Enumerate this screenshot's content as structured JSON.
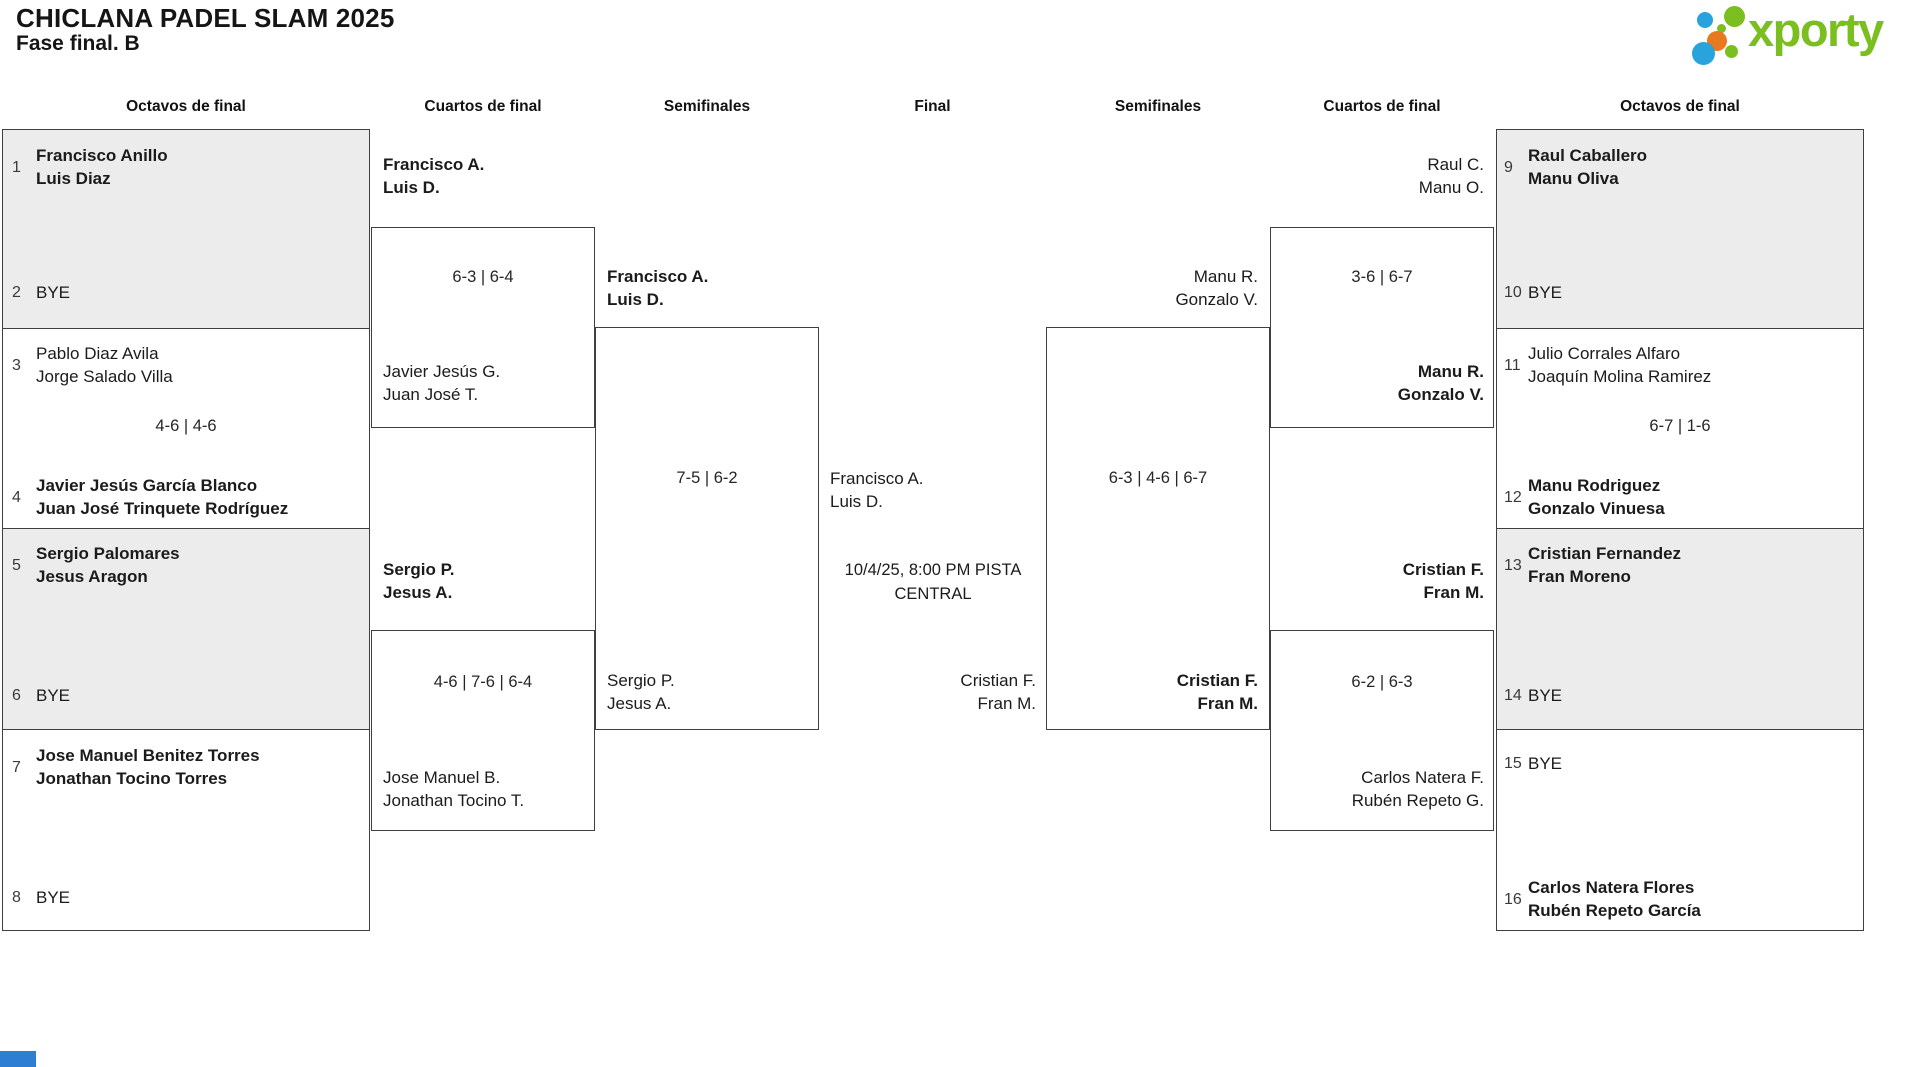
{
  "header": {
    "title": "CHICLANA PADEL SLAM 2025",
    "subtitle": "Fase final. B",
    "logo_text": "xporty"
  },
  "colors": {
    "logo_green": "#7abe20",
    "logo_blue": "#29a3dc",
    "logo_orange": "#e8791e",
    "box_gray": "#ececec",
    "border": "#3f3f3f",
    "scrollbar_blue": "#2e7ed3"
  },
  "round_headers": [
    "Octavos de final",
    "Cuartos de final",
    "Semifinales",
    "Final",
    "Semifinales",
    "Cuartos de final",
    "Octavos de final"
  ],
  "r16_left": [
    {
      "top": {
        "seed": "1",
        "lines": [
          "Francisco Anillo",
          "Luis Diaz"
        ]
      },
      "bottom": {
        "seed": "2",
        "lines": [
          "BYE"
        ]
      }
    },
    {
      "top": {
        "seed": "3",
        "lines": [
          "Pablo Diaz Avila",
          "Jorge Salado Villa"
        ]
      },
      "score": "4-6 | 4-6",
      "bottom": {
        "seed": "4",
        "lines": [
          "Javier Jesús García Blanco",
          "Juan José Trinquete Rodríguez"
        ]
      }
    },
    {
      "top": {
        "seed": "5",
        "lines": [
          "Sergio Palomares",
          "Jesus Aragon"
        ]
      },
      "bottom": {
        "seed": "6",
        "lines": [
          "BYE"
        ]
      }
    },
    {
      "top": {
        "seed": "7",
        "lines": [
          "Jose Manuel Benitez Torres",
          "Jonathan Tocino Torres"
        ]
      },
      "bottom": {
        "seed": "8",
        "lines": [
          "BYE"
        ]
      }
    }
  ],
  "r16_right": [
    {
      "top": {
        "seed": "9",
        "lines": [
          "Raul Caballero",
          "Manu Oliva"
        ]
      },
      "bottom": {
        "seed": "10",
        "lines": [
          "BYE"
        ]
      }
    },
    {
      "top": {
        "seed": "11",
        "lines": [
          "Julio Corrales Alfaro",
          "Joaquín Molina Ramirez"
        ]
      },
      "score": "6-7 | 1-6",
      "bottom": {
        "seed": "12",
        "lines": [
          "Manu Rodriguez",
          "Gonzalo Vinuesa"
        ]
      }
    },
    {
      "top": {
        "seed": "13",
        "lines": [
          "Cristian Fernandez",
          "Fran Moreno"
        ]
      },
      "bottom": {
        "seed": "14",
        "lines": [
          "BYE"
        ]
      }
    },
    {
      "top": {
        "seed": "15",
        "lines": [
          "BYE"
        ]
      },
      "bottom": {
        "seed": "16",
        "lines": [
          "Carlos Natera Flores",
          "Rubén Repeto García"
        ]
      }
    }
  ],
  "qf": {
    "left_top": {
      "feed1": {
        "lines": [
          "Francisco A.",
          "Luis D."
        ]
      },
      "score": "6-3 | 6-4",
      "feed2": {
        "lines": [
          "Javier Jesús G.",
          "Juan José T."
        ]
      }
    },
    "left_bottom": {
      "feed1": {
        "lines": [
          "Sergio P.",
          "Jesus A."
        ]
      },
      "score": "4-6 | 7-6 | 6-4",
      "feed2": {
        "lines": [
          "Jose Manuel B.",
          "Jonathan Tocino T."
        ]
      }
    },
    "right_top": {
      "feed1": {
        "lines": [
          "Raul C.",
          "Manu O."
        ]
      },
      "score": "3-6 | 6-7",
      "feed2": {
        "lines": [
          "Manu R.",
          "Gonzalo V."
        ]
      }
    },
    "right_bottom": {
      "feed1": {
        "lines": [
          "Cristian F.",
          "Fran M."
        ]
      },
      "score": "6-2 | 6-3",
      "feed2": {
        "lines": [
          "Carlos Natera F.",
          "Rubén Repeto G."
        ]
      }
    }
  },
  "sf": {
    "left": {
      "feed1": {
        "lines": [
          "Francisco A.",
          "Luis D."
        ]
      },
      "score": "7-5 | 6-2",
      "feed2": {
        "lines": [
          "Sergio P.",
          "Jesus A."
        ]
      }
    },
    "right": {
      "feed1": {
        "lines": [
          "Manu R.",
          "Gonzalo V."
        ]
      },
      "score": "6-3 | 4-6 | 6-7",
      "feed2": {
        "lines": [
          "Cristian F.",
          "Fran M."
        ]
      }
    }
  },
  "final": {
    "team_left": {
      "lines": [
        "Francisco A.",
        "Luis D."
      ]
    },
    "schedule": "10/4/25, 8:00 PM PISTA CENTRAL",
    "team_right": {
      "lines": [
        "Cristian F.",
        "Fran M."
      ]
    }
  }
}
